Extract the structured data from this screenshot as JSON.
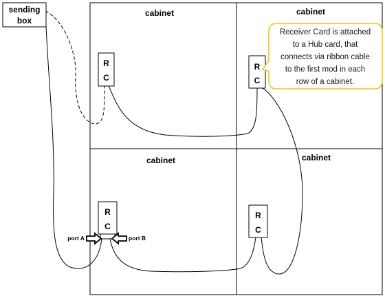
{
  "sending_box": {
    "line1": "sending",
    "line2": "box"
  },
  "cabinets": [
    {
      "label": "cabinet"
    },
    {
      "label": "cabinet"
    },
    {
      "label": "cabinet"
    },
    {
      "label": "cabinet"
    }
  ],
  "receiver_card": {
    "line1": "R",
    "line2": "C"
  },
  "ports": {
    "a": "port A",
    "b": "port B"
  },
  "callout": {
    "lines": [
      "Receiver Card is attached",
      "to a Hub card, that",
      "connects via ribbon cable",
      "to the first mod in each",
      "row of a cabinet."
    ],
    "border_color": "#f0c419"
  }
}
